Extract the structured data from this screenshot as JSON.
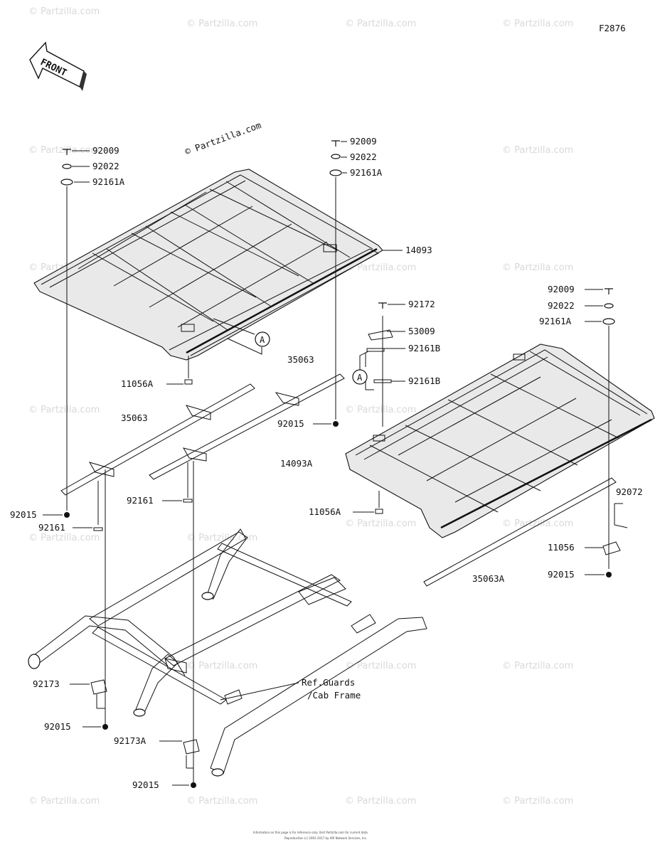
{
  "figure_code": "F2876",
  "front_label": "FRONT",
  "watermark": "© Partzilla.com",
  "callouts": {
    "a": "A",
    "b": "A"
  },
  "labels": {
    "l_92009_a": "92009",
    "l_92022_a": "92022",
    "l_92161A_a": "92161A",
    "l_92009_b": "92009",
    "l_92022_b": "92022",
    "l_92161A_b": "92161A",
    "l_14093": "14093",
    "l_92009_c": "92009",
    "l_92022_c": "92022",
    "l_92161A_c": "92161A",
    "l_92172": "92172",
    "l_53009": "53009",
    "l_92161B_a": "92161B",
    "l_92161B_b": "92161B",
    "l_35063_a": "35063",
    "l_11056A_a": "11056A",
    "l_92015_a": "92015",
    "l_35063_b": "35063",
    "l_14093A": "14093A",
    "l_92161_a": "92161",
    "l_92015_b": "92015",
    "l_92161_b": "92161",
    "l_11056A_b": "11056A",
    "l_92072": "92072",
    "l_11056": "11056",
    "l_92015_c": "92015",
    "l_35063A": "35063A",
    "l_ref1": "Ref.Guards",
    "l_ref2": "/Cab Frame",
    "l_92173": "92173",
    "l_92015_d": "92015",
    "l_92173A": "92173A",
    "l_92015_e": "92015"
  },
  "footer": {
    "line1": "Information on this page is for reference only. Visit Partzilla.com for current data.",
    "line2": "Reproduction (c) 2001-2017 by ARI Network Services, Inc."
  }
}
